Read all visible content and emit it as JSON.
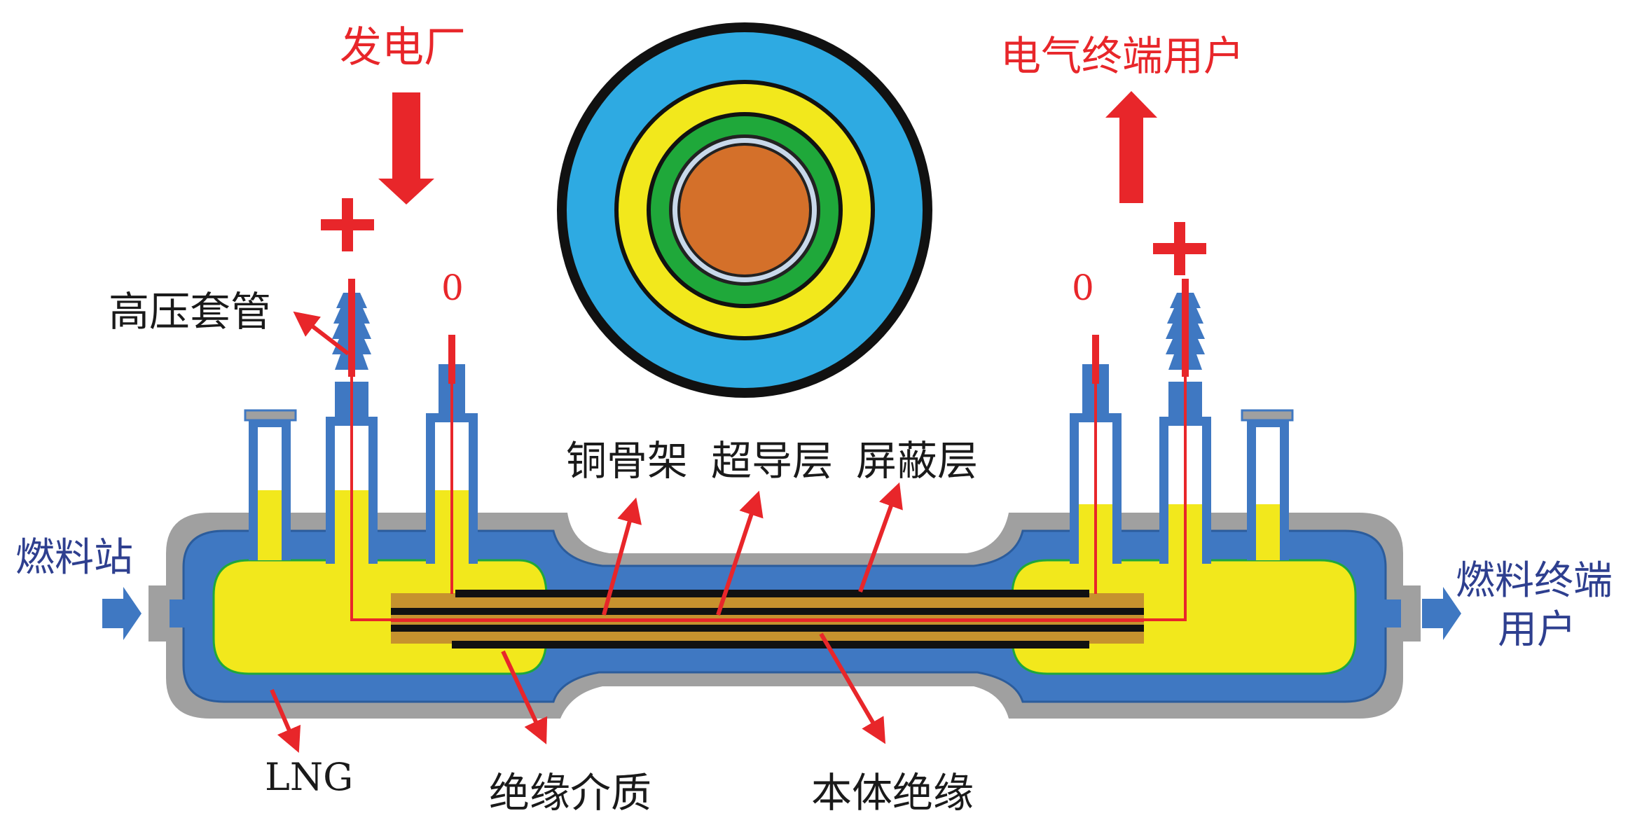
{
  "labels": {
    "power_plant": "发电厂",
    "electric_end_user": "电气终端用户",
    "hv_bushing": "高压套管",
    "fuel_station": "燃料站",
    "fuel_end_user_line1": "燃料终端",
    "fuel_end_user_line2": "用户",
    "copper_former": "铜骨架",
    "superconducting_layer": "超导层",
    "shield_layer": "屏蔽层",
    "lng": "LNG",
    "insulating_medium": "绝缘介质",
    "body_insulation": "本体绝缘",
    "plus_left": "+",
    "plus_right": "+",
    "zero_left": "0",
    "zero_right": "0"
  },
  "colors": {
    "red": "#e8262a",
    "blue_text": "#2e3f8f",
    "label_black": "#1a1a1a",
    "lng_yellow": "#f2e81c",
    "vessel_blue": "#3f78c2",
    "vessel_gray": "#a0a0a0",
    "cross_light_blue": "#2eaae2",
    "cross_green": "#1fa83a",
    "cross_core": "#d4702a",
    "insulation_tan": "#c6922e"
  }
}
